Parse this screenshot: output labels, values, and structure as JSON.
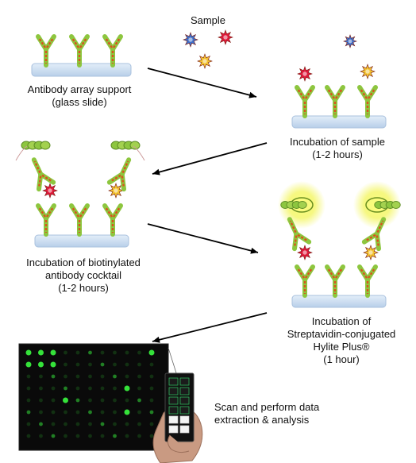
{
  "sample_label": "Sample",
  "steps": [
    {
      "lines": [
        "Antibody array support",
        "(glass slide)"
      ]
    },
    {
      "lines": [
        "Incubation of sample",
        "(1-2 hours)"
      ]
    },
    {
      "lines": [
        "Incubation of biotinylated",
        "antibody cocktail",
        "(1-2 hours)"
      ]
    },
    {
      "lines": [
        "Incubation of",
        "Streptavidin-conjugated",
        "Hylite Plus®",
        "(1 hour)"
      ]
    },
    {
      "lines": [
        "Scan and perform data",
        "extraction & analysis"
      ]
    }
  ],
  "colors": {
    "slide": "#cfe0f3",
    "antibody_green": "#8dc63f",
    "antibody_orange": "#d9541e",
    "antigen_blue": "#3f6fc8",
    "antigen_red": "#e0193a",
    "antigen_yellow": "#f2c230",
    "glow": "#f4f66a",
    "array_spot": "#35e23a"
  },
  "icons": [
    "antibody-icon",
    "antigen-star-icon",
    "biotin-chain-icon",
    "hylite-glow-icon",
    "scan-image-icon",
    "hand-icon",
    "arrow-icon"
  ]
}
